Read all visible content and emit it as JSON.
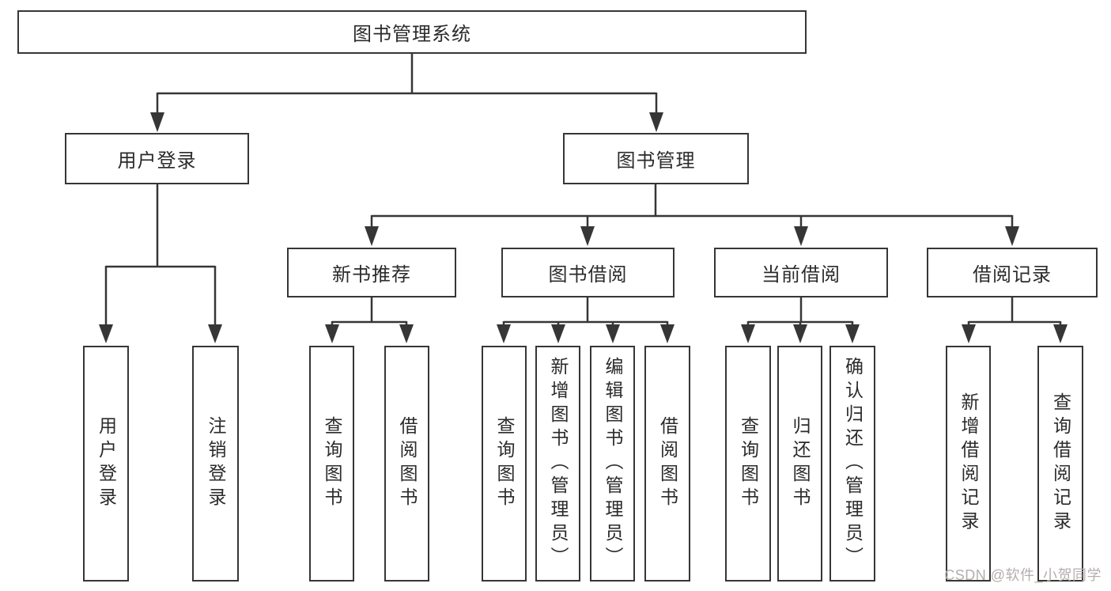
{
  "diagram": {
    "root": "图书管理系统",
    "branches": [
      {
        "label": "用户登录",
        "children": [
          "用户登录",
          "注销登录"
        ]
      },
      {
        "label": "图书管理",
        "categories": [
          {
            "label": "新书推荐",
            "children": [
              "查询图书",
              "借阅图书"
            ]
          },
          {
            "label": "图书借阅",
            "children": [
              "查询图书",
              "新增图书（管理员）",
              "编辑图书（管理员）",
              "借阅图书"
            ]
          },
          {
            "label": "当前借阅",
            "children": [
              "查询图书",
              "归还图书",
              "确认归还（管理员）"
            ]
          },
          {
            "label": "借阅记录",
            "children": [
              "新增借阅记录",
              "查询借阅记录"
            ]
          }
        ]
      }
    ]
  },
  "watermark": "CSDN @软件_小贺同学",
  "colors": {
    "line": "#363636",
    "text": "#2b2b2b",
    "watermark": "#b5aeae",
    "background": "#ffffff"
  }
}
